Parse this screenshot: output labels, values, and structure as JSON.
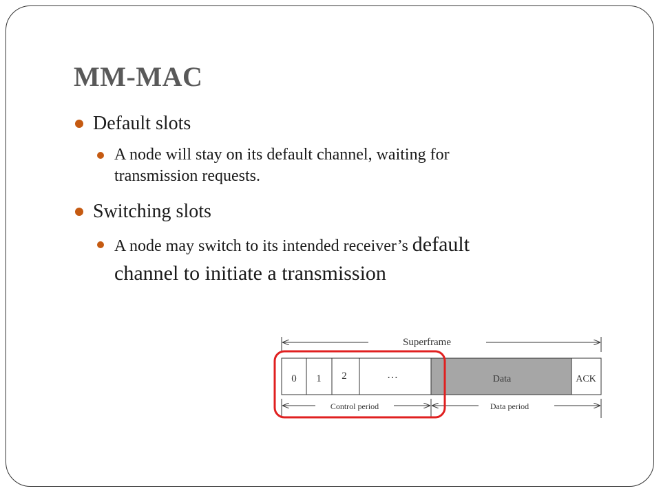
{
  "slide": {
    "title": "MM-MAC",
    "bullets": [
      {
        "text": "Default slots",
        "sub": [
          {
            "lines": [
              "A node will stay on its default channel, waiting for",
              "transmission requests."
            ]
          }
        ]
      },
      {
        "text": "Switching slots",
        "sub": [
          {
            "prefix": "A node may switch to its intended receiver’s ",
            "emph_1": "default",
            "emph_2": "channel to initiate a transmission"
          }
        ]
      }
    ]
  },
  "diagram": {
    "superframe_label": "Superframe",
    "slots": [
      "0",
      "1",
      "2",
      "…"
    ],
    "data_label": "Data",
    "ack_label": "ACK",
    "control_period_label": "Control period",
    "data_period_label": "Data period",
    "colors": {
      "data_fill": "#a6a6a6",
      "highlight": "#e02020",
      "bullet": "#c55a11",
      "title": "#595959"
    }
  }
}
